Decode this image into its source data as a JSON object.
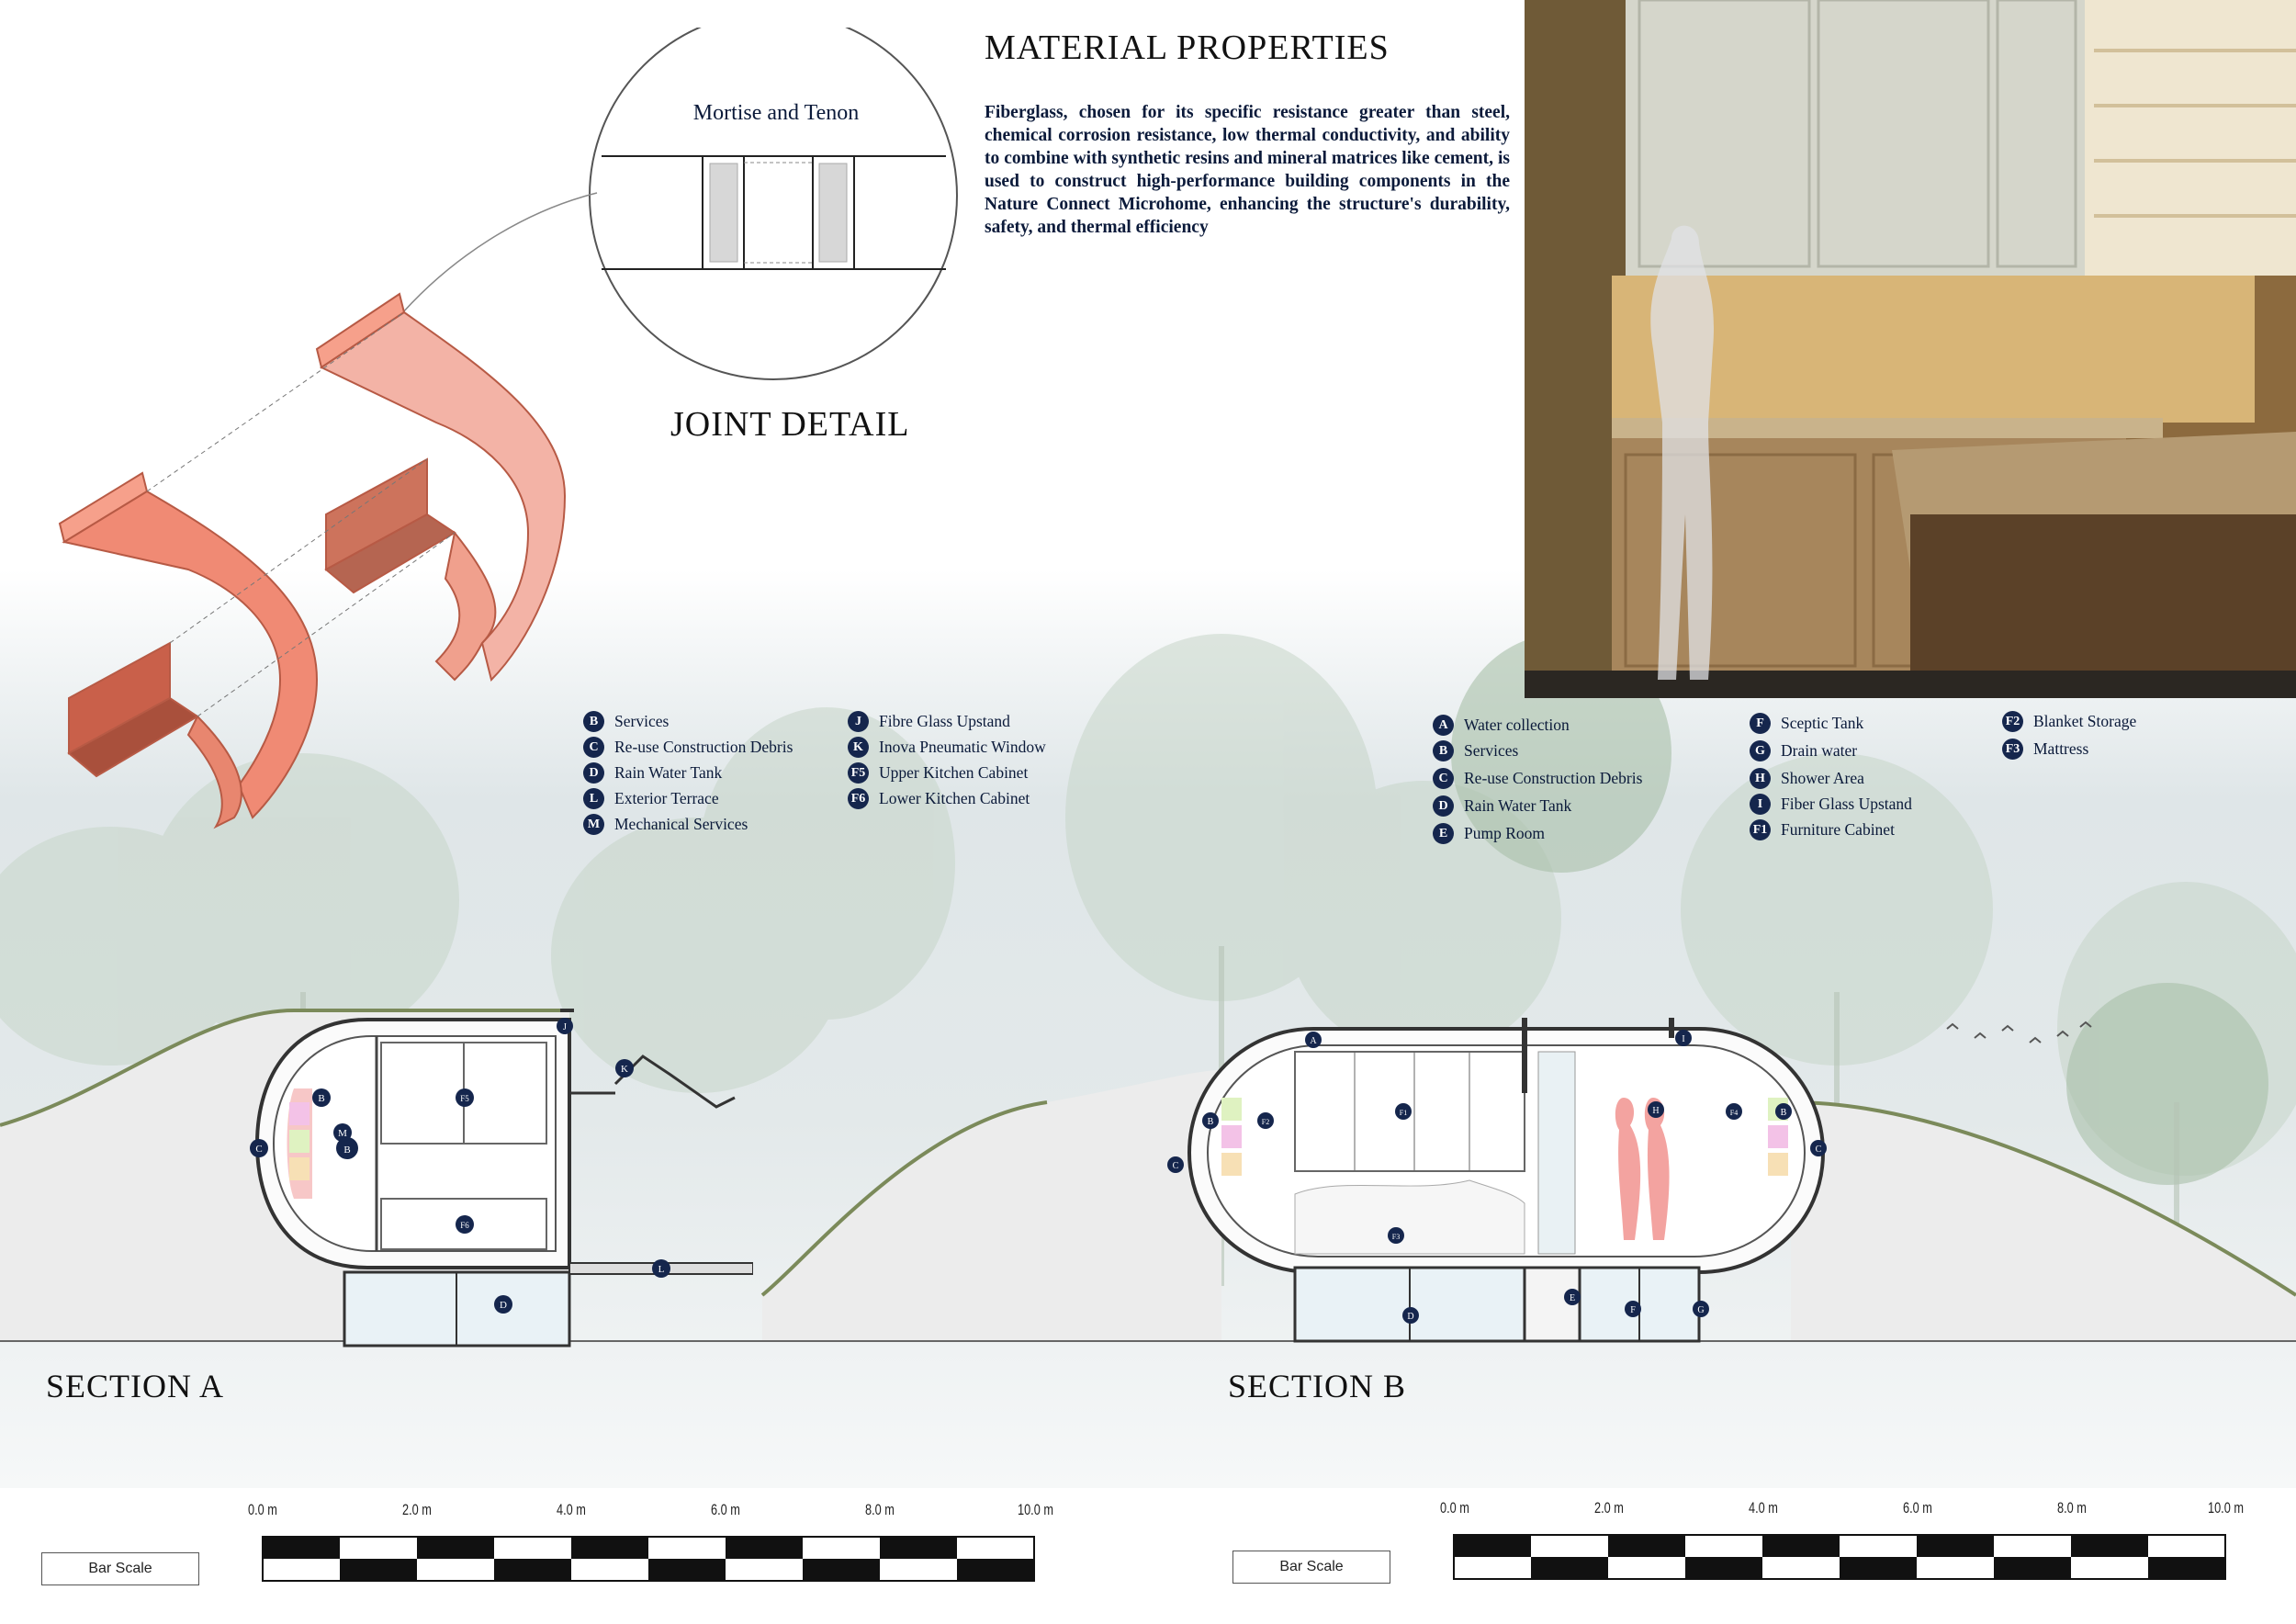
{
  "material": {
    "title": "MATERIAL PROPERTIES",
    "text": "Fiberglass, chosen for its specific resistance greater than steel, chemical corrosion resistance, low thermal conductivity, and ability to combine with synthetic resins and mineral matrices like cement, is used to construct high-performance building components in the Nature Connect Microhome, enhancing the structure's durability, safety, and thermal efficiency"
  },
  "joint": {
    "title": "JOINT DETAIL",
    "detail_label": "Mortise and Tenon"
  },
  "legend_a_col1": [
    {
      "code": "B",
      "label": "Services"
    },
    {
      "code": "C",
      "label": "Re-use Construction Debris"
    },
    {
      "code": "D",
      "label": "Rain Water Tank"
    },
    {
      "code": "L",
      "label": "Exterior Terrace"
    },
    {
      "code": "M",
      "label": "Mechanical Services"
    }
  ],
  "legend_a_col2": [
    {
      "code": "J",
      "label": "Fibre Glass Upstand"
    },
    {
      "code": "K",
      "label": "Inova Pneumatic Window"
    },
    {
      "code": "F5",
      "label": "Upper Kitchen Cabinet"
    },
    {
      "code": "F6",
      "label": "Lower Kitchen Cabinet"
    }
  ],
  "legend_b_col1": [
    {
      "code": "A",
      "label": "Water collection"
    },
    {
      "code": "B",
      "label": "Services"
    },
    {
      "code": "C",
      "label": "Re-use Construction Debris"
    },
    {
      "code": "D",
      "label": "Rain Water Tank"
    },
    {
      "code": "E",
      "label": "Pump Room"
    }
  ],
  "legend_b_col2": [
    {
      "code": "F",
      "label": "Sceptic Tank"
    },
    {
      "code": "G",
      "label": "Drain water"
    },
    {
      "code": "H",
      "label": "Shower Area"
    },
    {
      "code": "I",
      "label": "Fiber Glass Upstand"
    },
    {
      "code": "F1",
      "label": "Furniture Cabinet"
    }
  ],
  "legend_b_col3": [
    {
      "code": "F2",
      "label": "Blanket Storage"
    },
    {
      "code": "F3",
      "label": "Mattress"
    }
  ],
  "section_a": {
    "title": "SECTION A",
    "markers": [
      "B",
      "C",
      "M",
      "F5",
      "F6",
      "J",
      "K",
      "L",
      "D"
    ]
  },
  "section_b": {
    "title": "SECTION B",
    "markers": [
      "A",
      "B",
      "C",
      "F2",
      "F1",
      "F3",
      "D",
      "E",
      "F",
      "G",
      "H",
      "F4",
      "B",
      "C",
      "I"
    ]
  },
  "scale": {
    "label": "Bar Scale",
    "ticks": [
      "0.0 m",
      "2.0 m",
      "4.0 m",
      "6.0 m",
      "8.0 m",
      "10.0 m"
    ]
  },
  "colors": {
    "badge": "#15264d",
    "joint_part": "#f08a74",
    "joint_shade": "#c9604a",
    "figure": "#f3a3a0"
  }
}
